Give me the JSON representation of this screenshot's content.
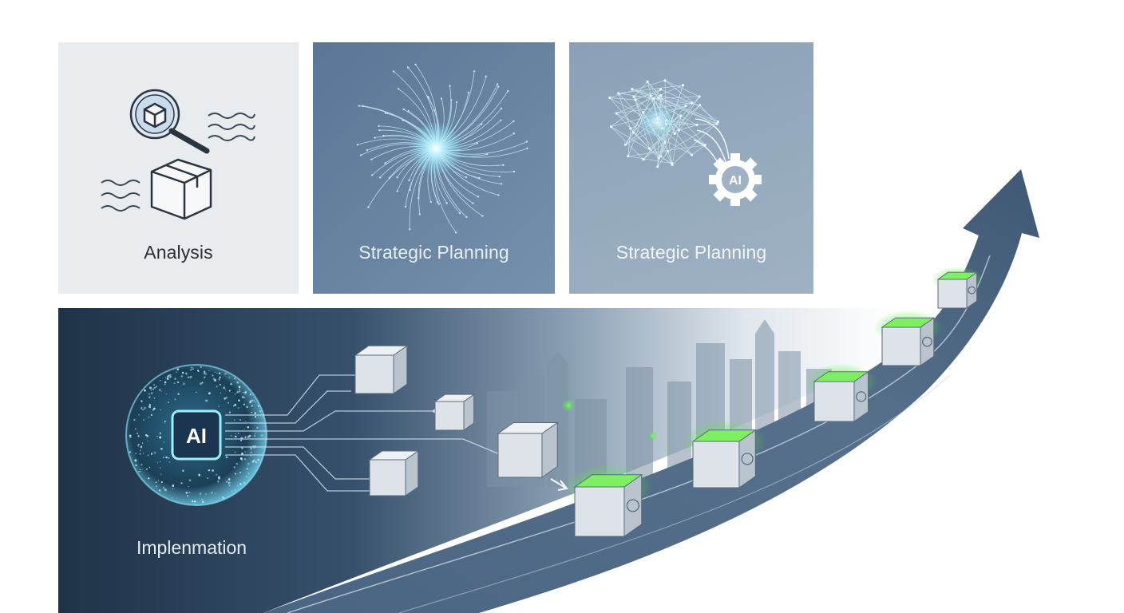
{
  "panels": [
    {
      "label": "Analysis",
      "icons": [
        "magnifier-box-icon",
        "box-icon",
        "wave-icon"
      ]
    },
    {
      "label": "Strategic Planning",
      "icons": [
        "neural-network-icon"
      ]
    },
    {
      "label": "Strategic Planning",
      "icons": [
        "neural-network-icon",
        "ai-gear-icon"
      ],
      "gear_text": "AI"
    }
  ],
  "implementation": {
    "label": "Implenmation",
    "chip_text": "AI",
    "icons": [
      "ai-chip-icon",
      "cube-icon",
      "road-icon",
      "growth-arrow-icon",
      "city-skyline-icon"
    ]
  },
  "colors": {
    "dark_navy": "#1f3348",
    "slate": "#5b7694",
    "road": "#4a6582",
    "glow_cyan": "#7fe3ff",
    "glow_green": "#49e83a"
  }
}
